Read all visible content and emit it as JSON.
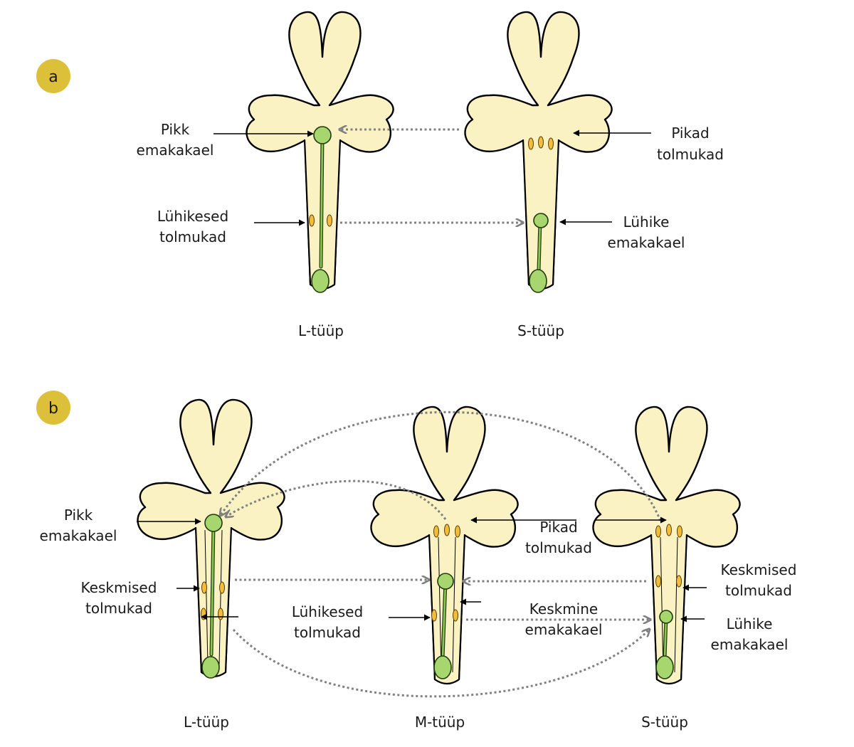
{
  "colors": {
    "petal": "#fbf2c4",
    "pistil": "#a7d56e",
    "anther": "#f2bd3a",
    "badge": "#dcc039",
    "connector": "#808080"
  },
  "panel_a": {
    "badge": "a",
    "left_type": "L-tüüp",
    "right_type": "S-tüüp",
    "left_labels": {
      "long_style_1": "Pikk",
      "long_style_2": "emakakael",
      "short_stamens_1": "Lühikesed",
      "short_stamens_2": "tolmukad"
    },
    "right_labels": {
      "long_stamens_1": "Pikad",
      "long_stamens_2": "tolmukad",
      "short_style_1": "Lühike",
      "short_style_2": "emakakael"
    }
  },
  "panel_b": {
    "badge": "b",
    "types": [
      "L-tüüp",
      "M-tüüp",
      "S-tüüp"
    ],
    "left_labels": {
      "long_style_1": "Pikk",
      "long_style_2": "emakakael",
      "mid_stamens_1": "Keskmised",
      "mid_stamens_2": "tolmukad"
    },
    "center_labels": {
      "long_stamens_1": "Pikad",
      "long_stamens_2": "tolmukad",
      "short_stamens_1": "Lühikesed",
      "short_stamens_2": "tolmukad",
      "mid_style_1": "Keskmine",
      "mid_style_2": "emakakael"
    },
    "right_labels": {
      "mid_stamens_1": "Keskmised",
      "mid_stamens_2": "tolmukad",
      "short_style_1": "Lühike",
      "short_style_2": "emakakael"
    }
  }
}
